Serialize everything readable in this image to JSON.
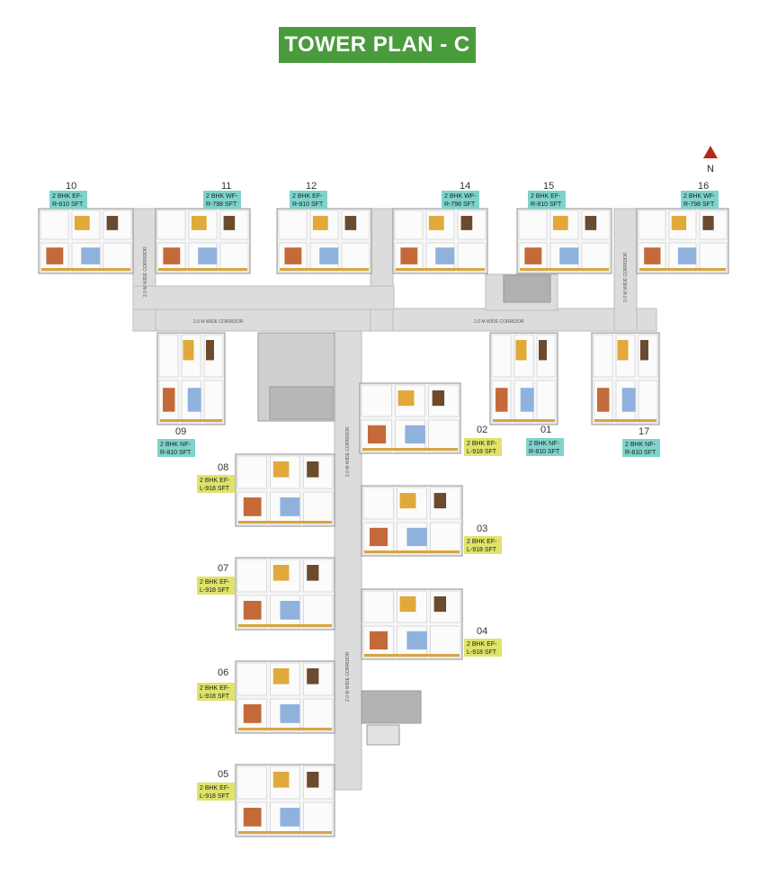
{
  "title": "TOWER PLAN - C",
  "north_label": "N",
  "corridor_labels": {
    "upper_left": "2.0 M WIDE CORRIDOR",
    "upper_right": "2.0 M WIDE CORRIDOR",
    "left_vertical": "2.0 M WIDE CORRIDOR",
    "right_vertical": "2.0 M WIDE CORRIDOR",
    "spine_upper": "2.0 M WIDE CORRIDOR",
    "spine_lower": "2.0 M WIDE CORRIDOR"
  },
  "colors": {
    "banner": "#4a9b3c",
    "label_teal": "#7fd3cb",
    "label_yellow": "#dfe36a",
    "corridor": "#dcdcdc",
    "north_arrow": "#b5291c"
  },
  "units": [
    {
      "num": "10",
      "line1": "2 BHK EF-",
      "line2": "R-810 SFT",
      "tone": "teal"
    },
    {
      "num": "11",
      "line1": "2 BHK WF-",
      "line2": "R-798 SFT",
      "tone": "teal"
    },
    {
      "num": "12",
      "line1": "2 BHK EF-",
      "line2": "R-810 SFT",
      "tone": "teal"
    },
    {
      "num": "14",
      "line1": "2 BHK WF-",
      "line2": "R-798 SFT",
      "tone": "teal"
    },
    {
      "num": "15",
      "line1": "2 BHK EF-",
      "line2": "R-810 SFT",
      "tone": "teal"
    },
    {
      "num": "16",
      "line1": "2 BHK WF-",
      "line2": "R-798 SFT",
      "tone": "teal"
    },
    {
      "num": "09",
      "line1": "2 BHK NF-",
      "line2": "R-810 SFT",
      "tone": "teal"
    },
    {
      "num": "02",
      "line1": "2 BHK EF-",
      "line2": "L-918 SFT",
      "tone": "yellow"
    },
    {
      "num": "01",
      "line1": "2 BHK NF-",
      "line2": "R-810 SFT",
      "tone": "teal"
    },
    {
      "num": "17",
      "line1": "2 BHK NF-",
      "line2": "R-810 SFT",
      "tone": "teal"
    },
    {
      "num": "08",
      "line1": "2 BHK EF-",
      "line2": "L-918 SFT",
      "tone": "yellow"
    },
    {
      "num": "03",
      "line1": "2 BHK EF-",
      "line2": "L-918 SFT",
      "tone": "yellow"
    },
    {
      "num": "07",
      "line1": "2 BHK EF-",
      "line2": "L-918 SFT",
      "tone": "yellow"
    },
    {
      "num": "04",
      "line1": "2 BHK EF-",
      "line2": "L-918 SFT",
      "tone": "yellow"
    },
    {
      "num": "06",
      "line1": "2 BHK EF-",
      "line2": "L-918 SFT",
      "tone": "yellow"
    },
    {
      "num": "05",
      "line1": "2 BHK EF-",
      "line2": "L-918 SFT",
      "tone": "yellow"
    }
  ]
}
